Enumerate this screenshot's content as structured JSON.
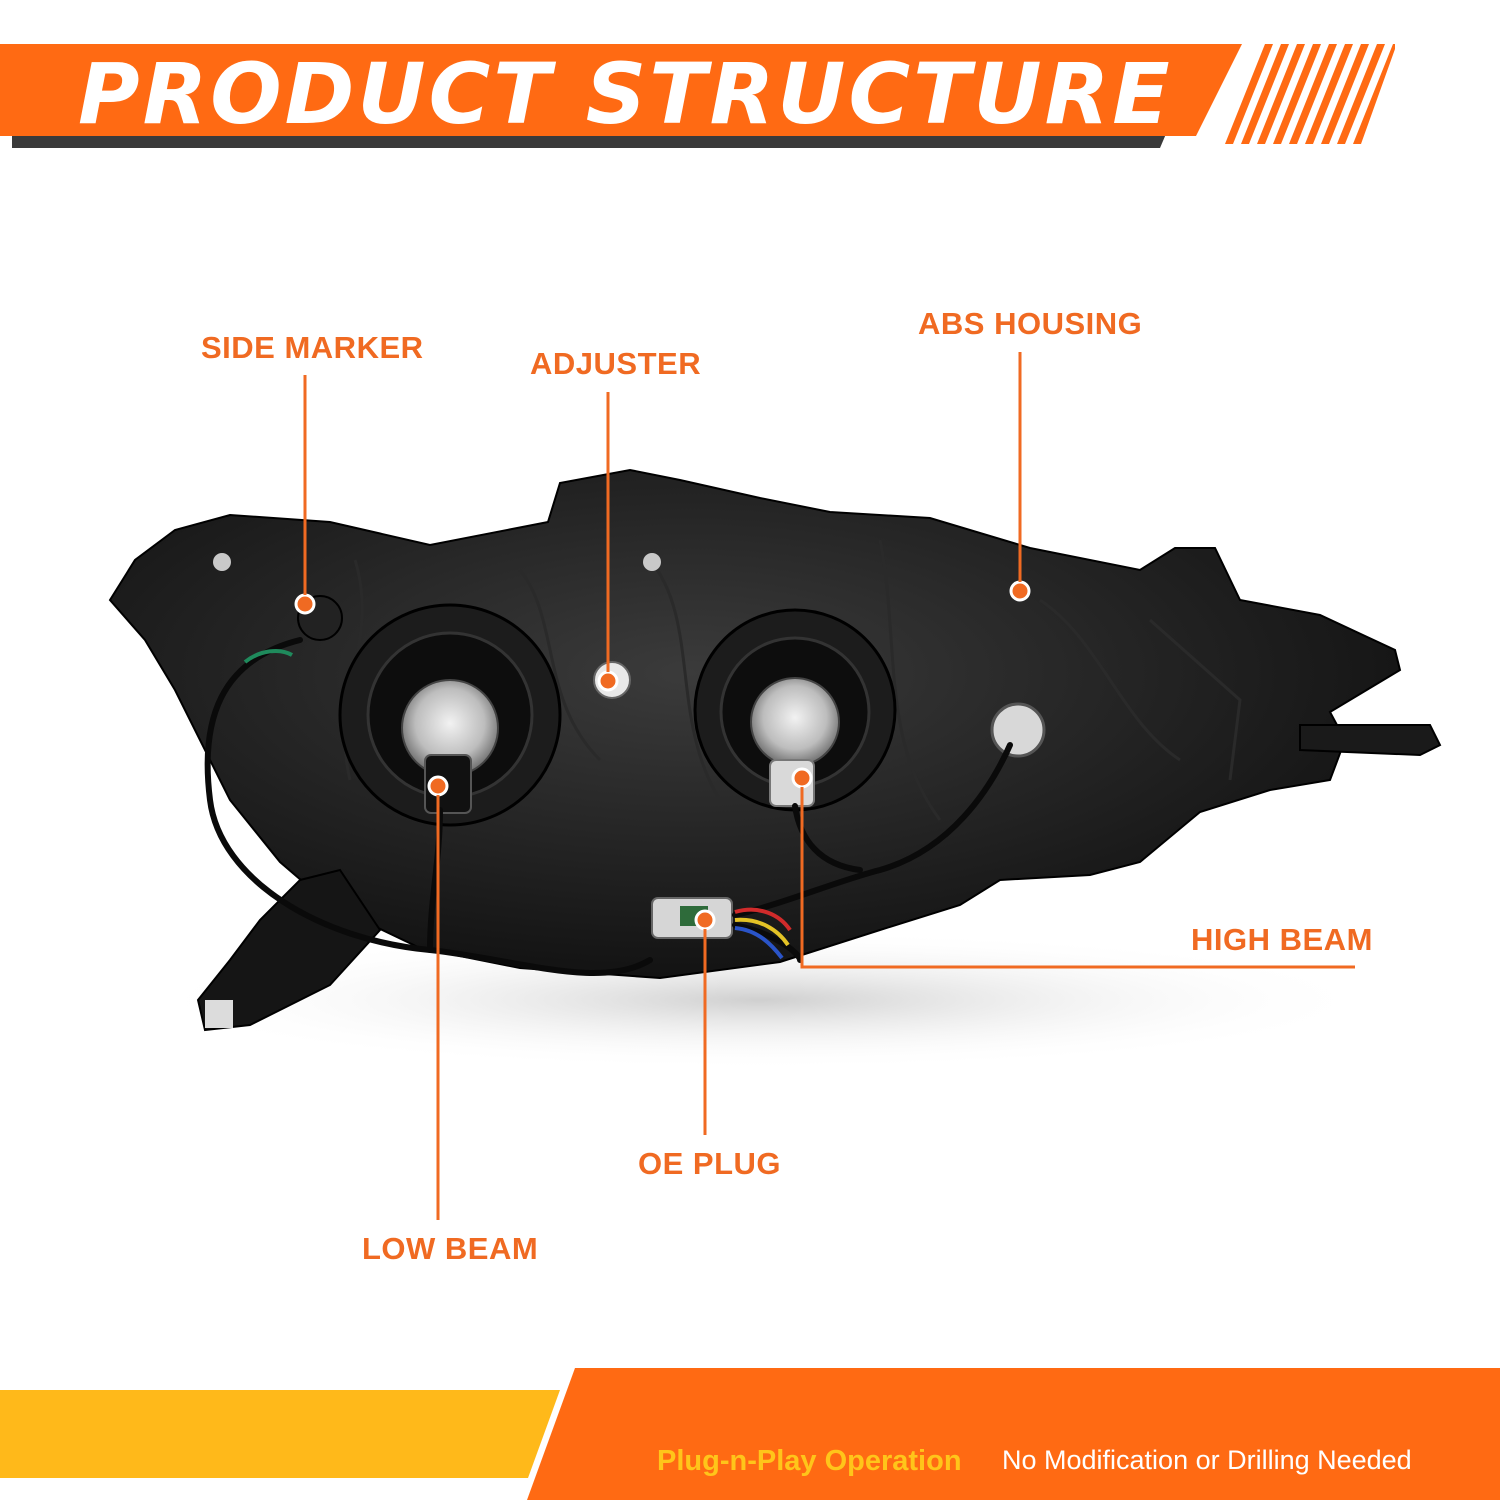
{
  "banner": {
    "title": "PRODUCT STRUCTURE",
    "colors": {
      "primary": "#ff6a13",
      "shadow": "#3a3a3a"
    }
  },
  "callouts": [
    {
      "id": "side-marker",
      "label": "SIDE MARKER"
    },
    {
      "id": "adjuster",
      "label": "ADJUSTER"
    },
    {
      "id": "abs-housing",
      "label": "ABS HOUSING"
    },
    {
      "id": "high-beam",
      "label": "HIGH BEAM"
    },
    {
      "id": "oe-plug",
      "label": "OE PLUG"
    },
    {
      "id": "low-beam",
      "label": "LOW BEAM"
    }
  ],
  "accent_color": "#f06a22",
  "footer": {
    "feature": "Plug-n-Play Operation",
    "note": "No Modification or Drilling Needed",
    "colors": {
      "left": "#ffb91a",
      "right": "#ff6a13"
    }
  }
}
